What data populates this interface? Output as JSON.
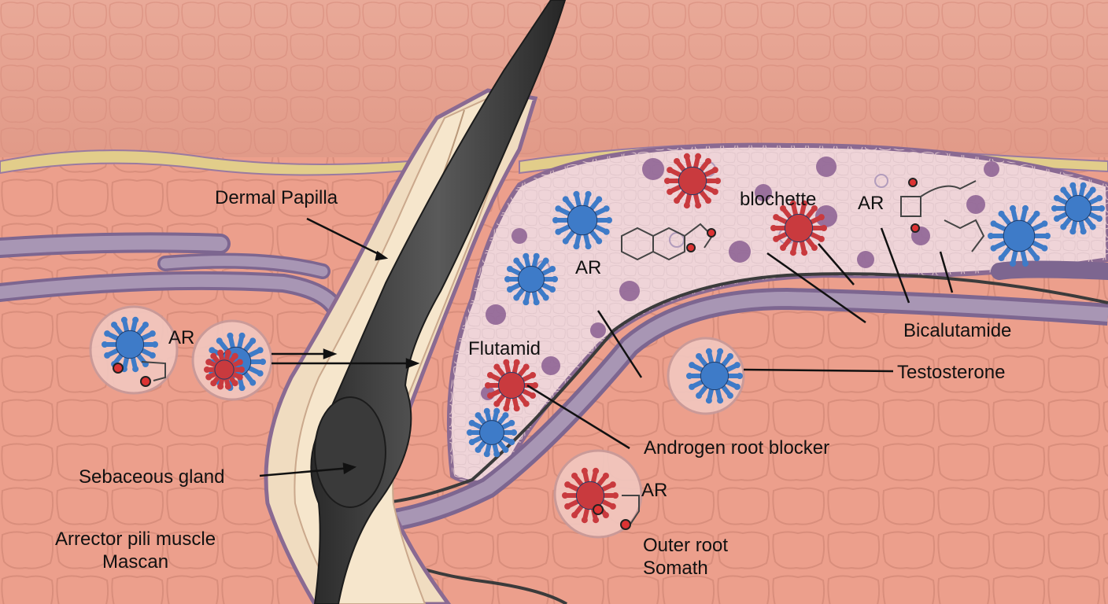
{
  "colors": {
    "skin_surface": "#e6a08f",
    "skin_deep": "#ec9f8c",
    "fat_layer": "#e2cd8a",
    "follicle_sheath": "#9a7aa0",
    "hair_shaft": "#3a3a3a",
    "gland_fill": "#efd4d8",
    "vessel": "#9c88a8",
    "receptor_blue": "#3e7bc8",
    "blocker_red": "#c93a3e",
    "leader_line": "#111111"
  },
  "labels": {
    "dermal_papilla": "Dermal Papilla",
    "blochette": "blochette",
    "ar_top_right": "AR",
    "ar_gland": "AR",
    "ar_left": "AR",
    "ar_bottom": "AR",
    "flutamid": "Flutamid",
    "bicalutamide": "Bicalutamide",
    "testosterone": "Testosterone",
    "androgen_root_blocker": "Androgen root blocker",
    "sebaceous_gland": "Sebaceous gland",
    "arrector_pili": "Arrector pili muscle\nMascan",
    "outer_root": "Outer root\nSomath"
  },
  "icons": {
    "receptor_molecule": "androgen-receptor-icon",
    "blocker_molecule": "antiandrogen-blocker-icon",
    "chemical_structure": "molecule-structure-icon"
  }
}
